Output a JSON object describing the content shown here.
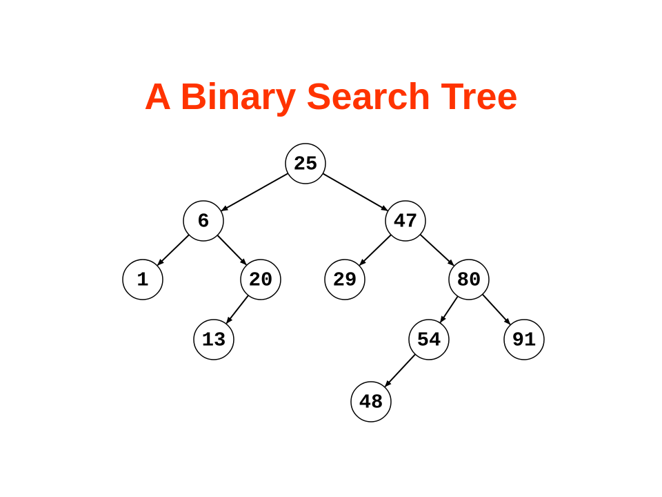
{
  "slide": {
    "title": "A Binary Search Tree",
    "title_color": "#ff3300"
  },
  "tree": {
    "root": "25",
    "nodes": [
      {
        "id": "n25",
        "label": "25"
      },
      {
        "id": "n6",
        "label": "6"
      },
      {
        "id": "n47",
        "label": "47"
      },
      {
        "id": "n1",
        "label": "1"
      },
      {
        "id": "n20",
        "label": "20"
      },
      {
        "id": "n29",
        "label": "29"
      },
      {
        "id": "n80",
        "label": "80"
      },
      {
        "id": "n13",
        "label": "13"
      },
      {
        "id": "n54",
        "label": "54"
      },
      {
        "id": "n91",
        "label": "91"
      },
      {
        "id": "n48",
        "label": "48"
      }
    ],
    "edges": [
      {
        "from": "n25",
        "to": "n6"
      },
      {
        "from": "n25",
        "to": "n47"
      },
      {
        "from": "n6",
        "to": "n1"
      },
      {
        "from": "n6",
        "to": "n20"
      },
      {
        "from": "n47",
        "to": "n29"
      },
      {
        "from": "n47",
        "to": "n80"
      },
      {
        "from": "n20",
        "to": "n13"
      },
      {
        "from": "n80",
        "to": "n54"
      },
      {
        "from": "n80",
        "to": "n91"
      },
      {
        "from": "n54",
        "to": "n48"
      }
    ]
  }
}
